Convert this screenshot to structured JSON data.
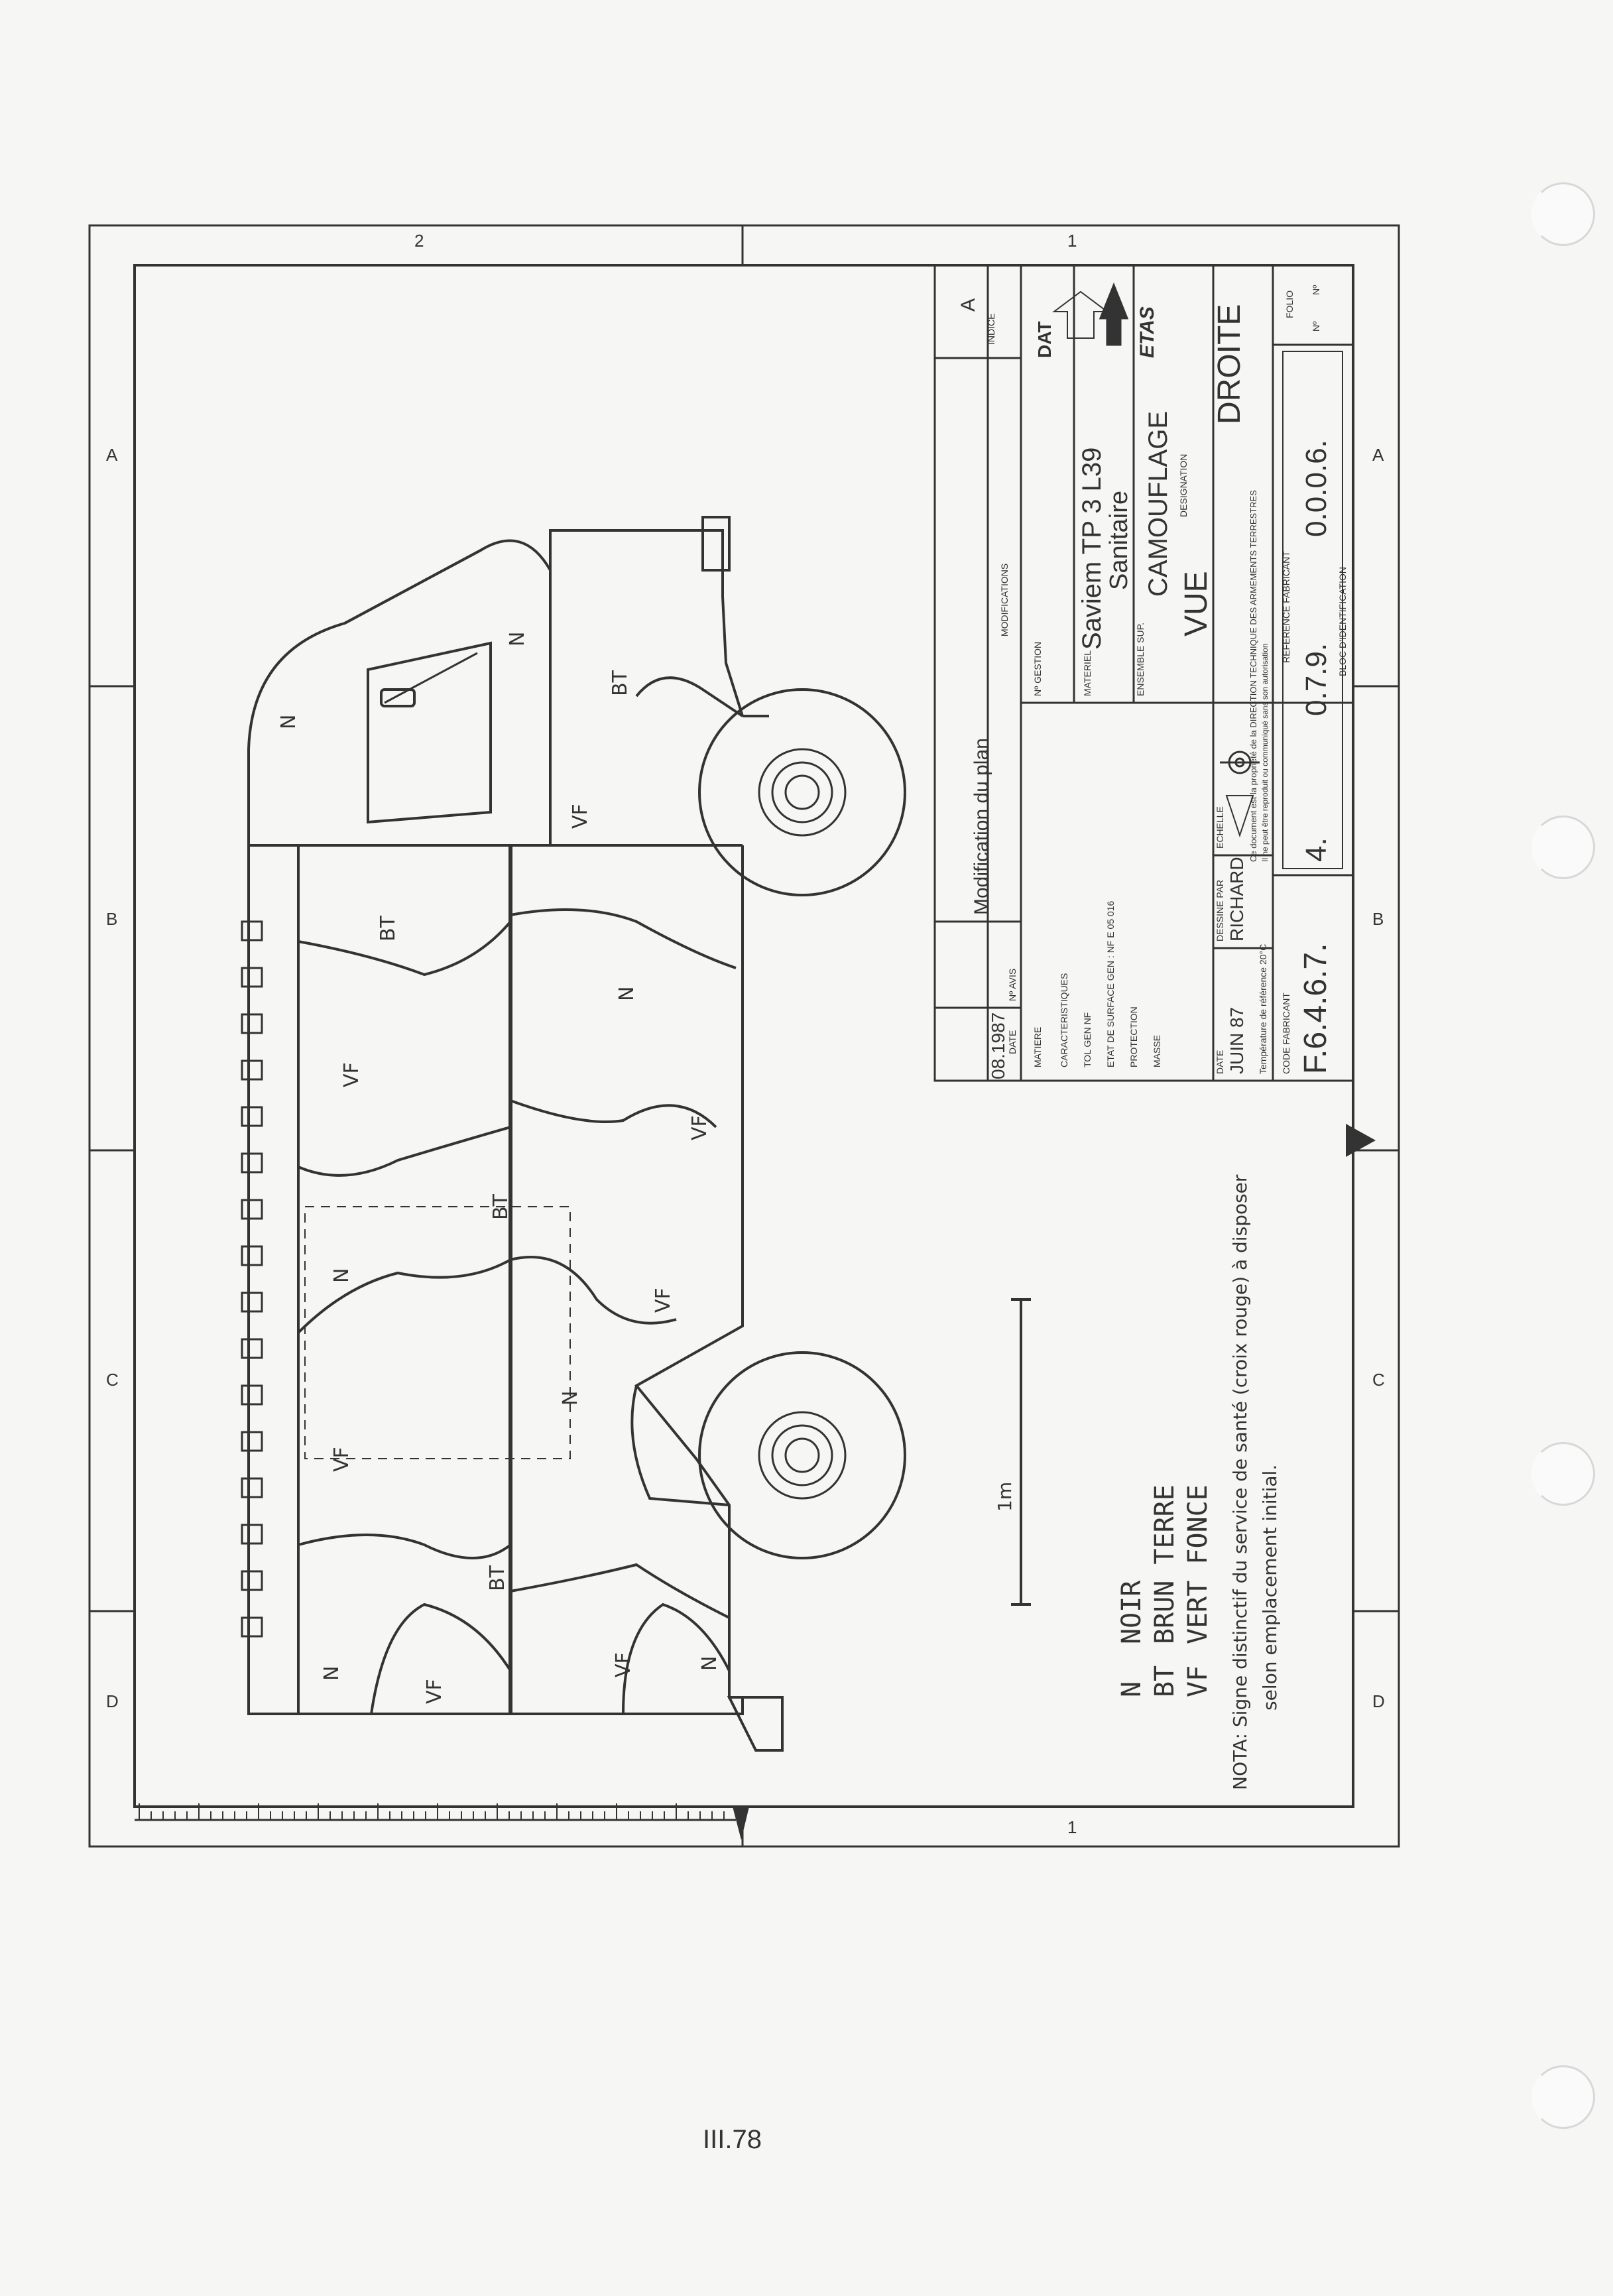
{
  "frame": {
    "top_zones": [
      "2",
      "1"
    ],
    "bottom_zones": [
      "1"
    ],
    "left_rows": [
      "A",
      "B",
      "C",
      "D"
    ],
    "right_rows": [
      "A",
      "B",
      "C",
      "D"
    ]
  },
  "title_block": {
    "indice_value": "A",
    "indice_label": "INDICE",
    "revision_date": "08.1987",
    "date_label": "DATE",
    "avis_label": "Nº AVIS",
    "modification_text": "Modification du plan",
    "modifications_label": "MODIFICATIONS",
    "matiere_label": "MATIERE",
    "caracteristiques_label": "CARACTERISTIQUES",
    "tol_gen": "TOL GEN  NF",
    "etat_surface": "ETAT DE SURFACE GEN : NF E 05 016",
    "protection_label": "PROTECTION",
    "masse_label": "MASSE",
    "gestion_label": "Nº GESTION",
    "materiel_label": "MATERIEL",
    "materiel_value": "Saviem TP 3 L39",
    "materiel_value2": "Sanitaire",
    "ensemble_label": "ENSEMBLE SUP.",
    "ensemble_value": "CAMOUFLAGE",
    "designation_label": "DESIGNATION",
    "designation_value1": "VUE",
    "designation_value2": "DROITE",
    "dessine_date_label": "DATE",
    "dessine_date": "JUIN 87",
    "dessine_label": "DESSINE PAR",
    "dessine_value": "RICHARD",
    "echelle_label": "ECHELLE",
    "temperature_note": "Température de référence 20°C",
    "property_note_1": "Ce document est la propriété de la DIRECTION TECHNIQUE DES ARMEMENTS TERRESTRES",
    "property_note_2": "Il ne peut être reproduit ou communiqué sans son autorisation",
    "code_fabricant_label": "CODE FABRICANT",
    "code_fabricant": "F.6.4.6.7.",
    "reference_label": "REFERENCE FABRICANT",
    "ref_1": "4.",
    "ref_2": "0.7.9.",
    "ref_3": "0.0.0.6.",
    "bloc_label": "BLOC D'IDENTIFICATION",
    "folio_label": "FOLIO",
    "no_label": "Nº",
    "no_label2": "Nº",
    "logo_dat": "DAT",
    "logo_etas": "ETAS"
  },
  "drawing": {
    "zone_labels": {
      "n": "N",
      "bt": "BT",
      "vf": "VF"
    },
    "scale_label": "1m"
  },
  "legend": {
    "items": [
      {
        "code": "N",
        "name": "NOIR"
      },
      {
        "code": "BT",
        "name": "BRUN TERRE"
      },
      {
        "code": "VF",
        "name": "VERT FONCE"
      }
    ],
    "nota_line1": "NOTA: Signe distinctif du service de santé (croix rouge) à disposer",
    "nota_line2": "selon emplacement initial."
  },
  "page_number": "III.78"
}
